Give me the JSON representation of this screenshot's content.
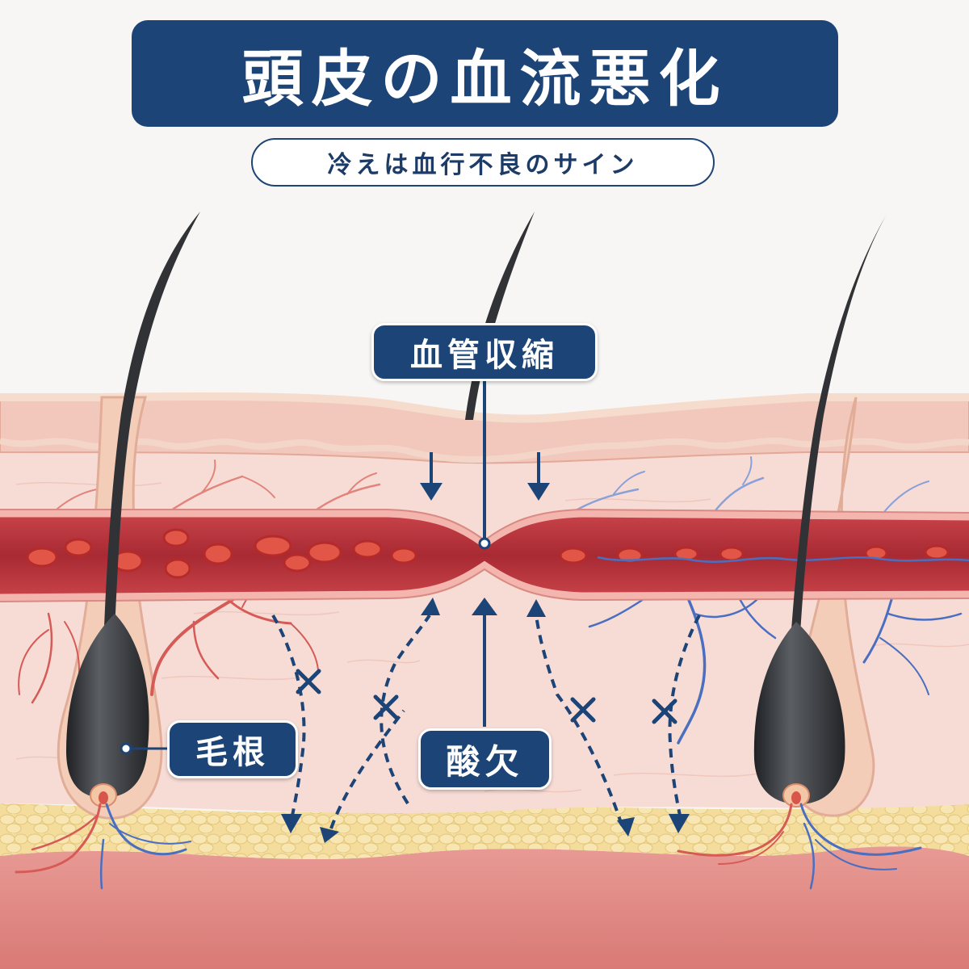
{
  "header": {
    "title": "頭皮の血流悪化",
    "subtitle": "冷えは血行不良のサイン"
  },
  "labels": {
    "vasoconstriction": "血管収縮",
    "hair_root": "毛根",
    "oxygen_deficiency": "酸欠"
  },
  "colors": {
    "navy": "#1c4477",
    "artery_red": "#c7353a",
    "vein_blue": "#4a6fc0",
    "skin_pink": "#f7dcd6",
    "fat_yellow": "#f5e3a6",
    "hair_dark": "#2e3033"
  }
}
